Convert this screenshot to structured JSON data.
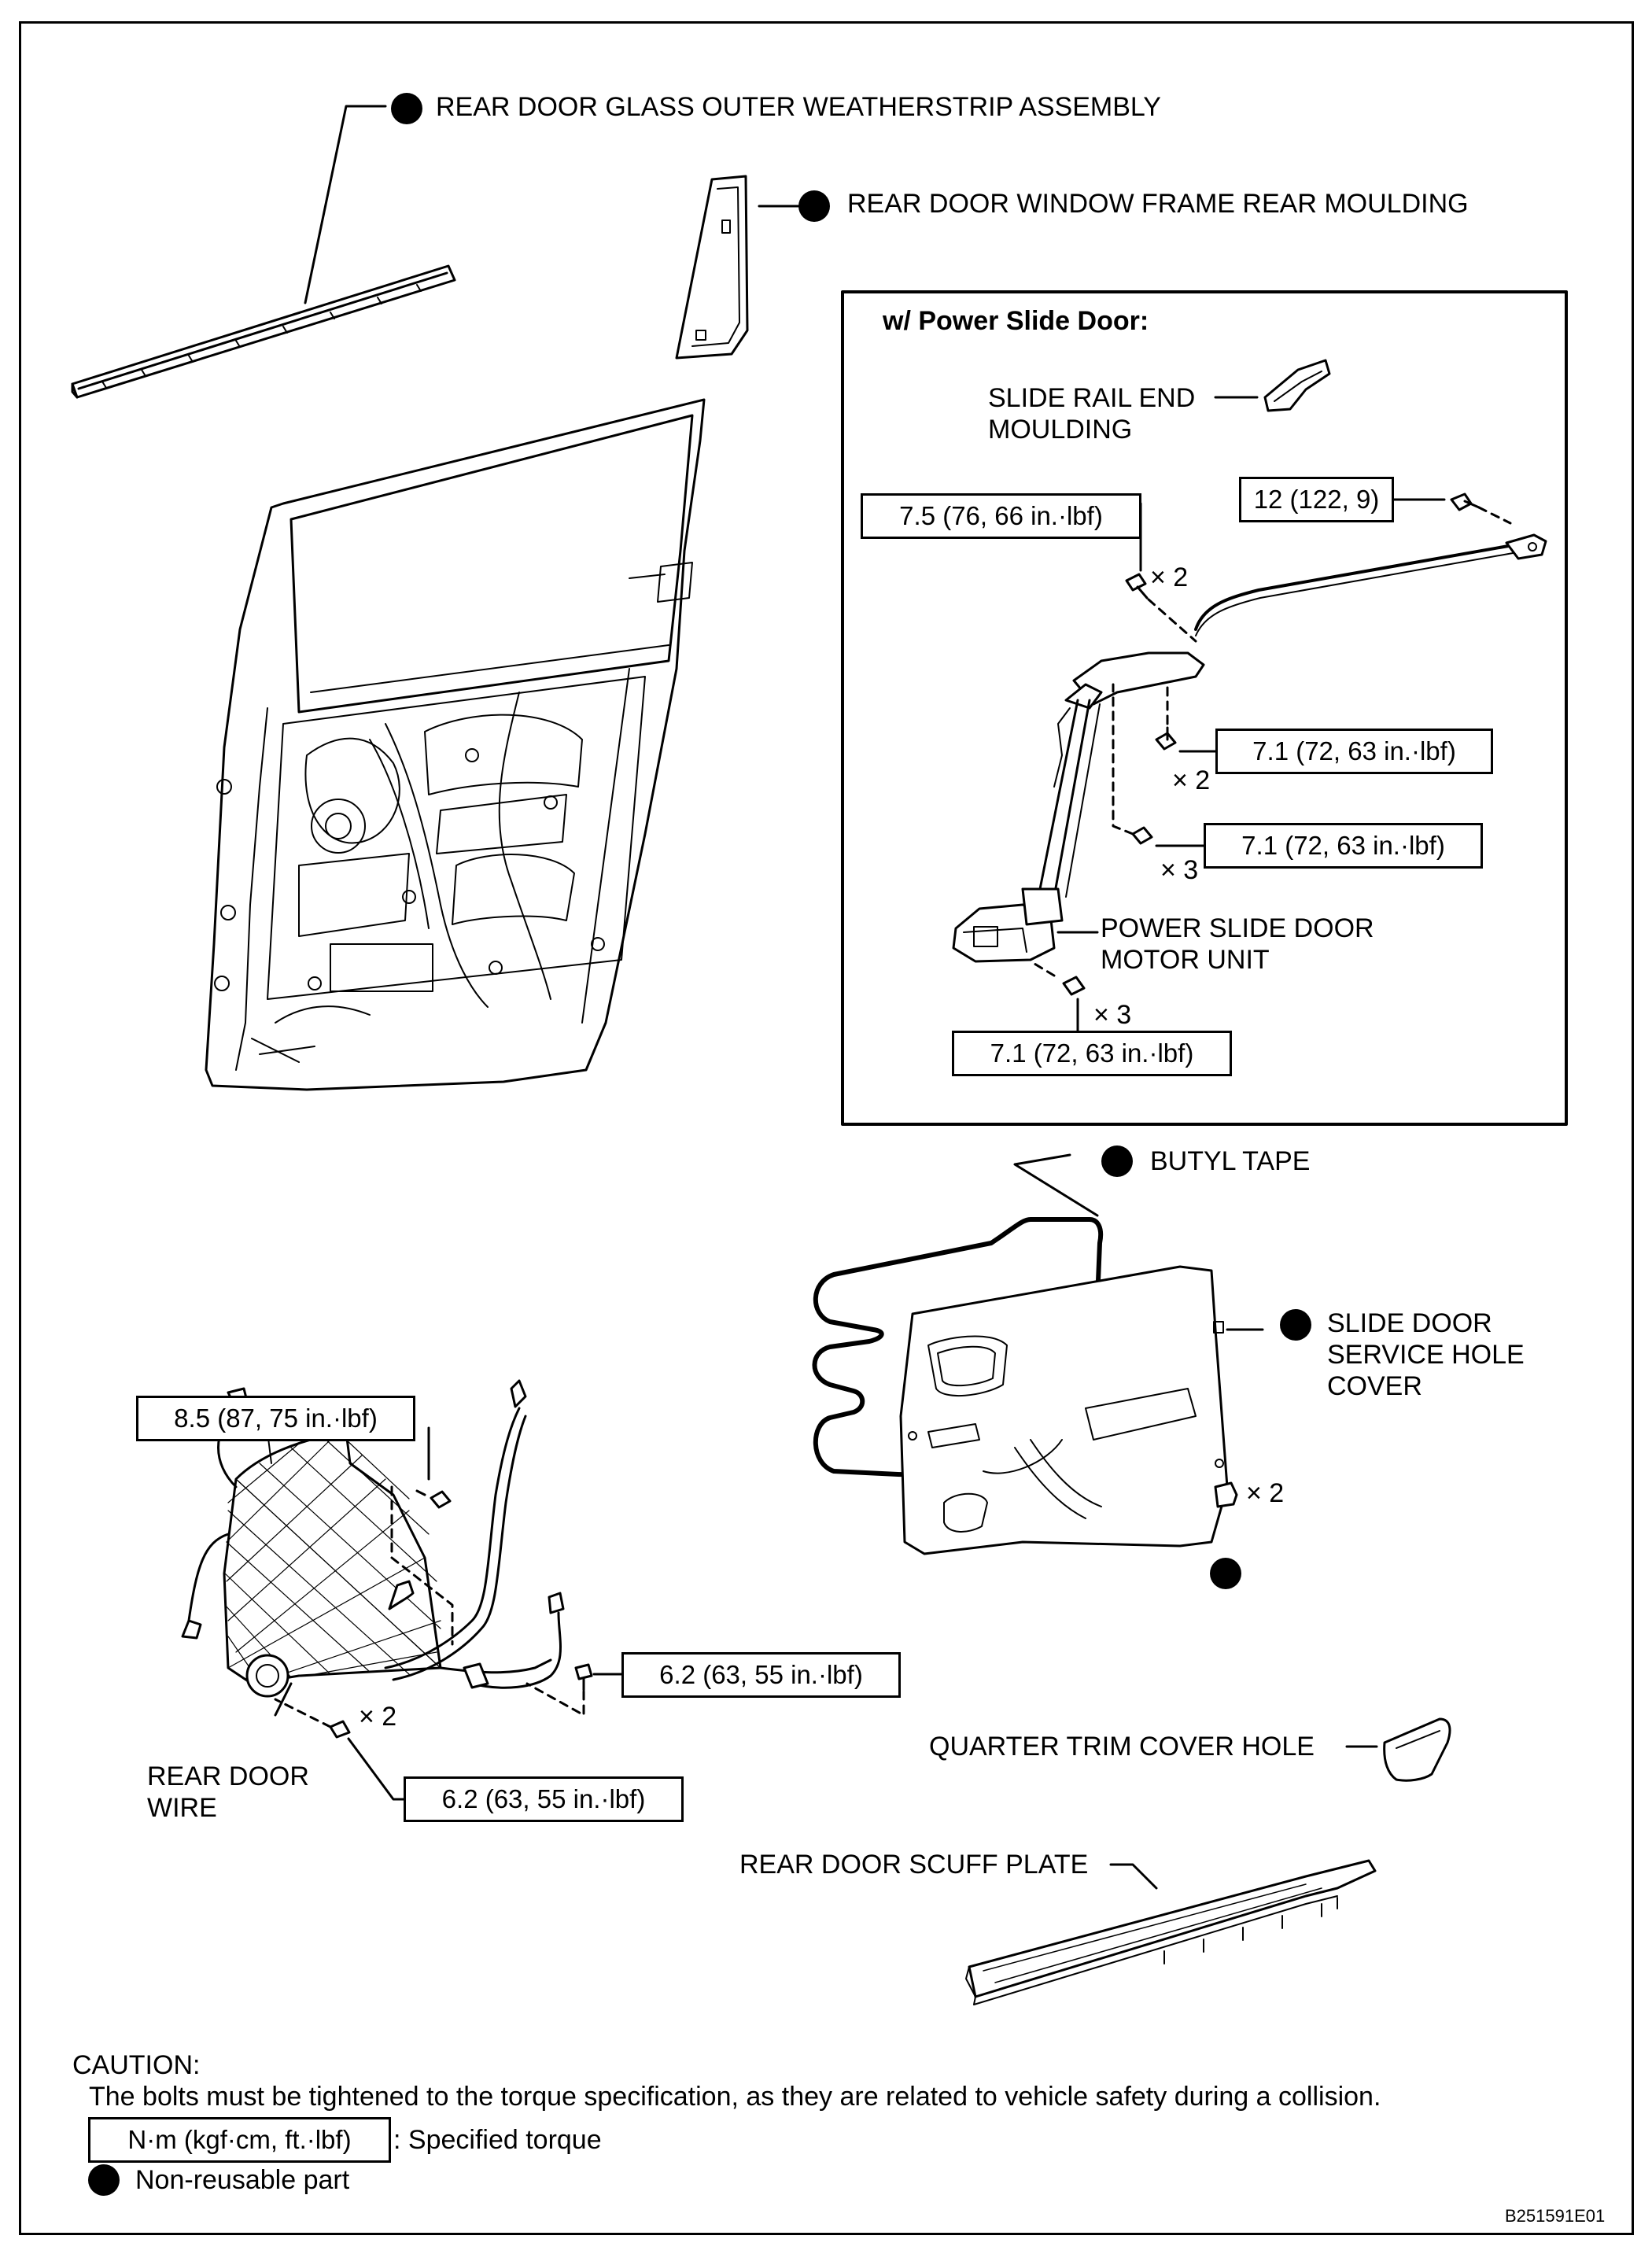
{
  "labels": {
    "weatherstrip": "REAR DOOR GLASS OUTER WEATHERSTRIP ASSEMBLY",
    "rear_moulding": "REAR DOOR WINDOW FRAME REAR MOULDING",
    "power_slide_header": "w/ Power Slide Door:",
    "slide_rail_end": "SLIDE RAIL END\nMOULDING",
    "motor_unit": "POWER SLIDE DOOR\nMOTOR UNIT",
    "butyl_tape": "BUTYL TAPE",
    "service_hole_cover": "SLIDE DOOR\nSERVICE HOLE\nCOVER",
    "rear_door_wire": "REAR DOOR\nWIRE",
    "quarter_trim": "QUARTER TRIM COVER HOLE",
    "scuff_plate": "REAR DOOR SCUFF PLATE"
  },
  "torques": {
    "t_12": "12 (122, 9)",
    "t_7_5": "7.5 (76, 66 in.·lbf)",
    "t_7_1_a": "7.1 (72, 63 in.·lbf)",
    "t_7_1_b": "7.1 (72, 63 in.·lbf)",
    "t_7_1_c": "7.1 (72, 63 in.·lbf)",
    "t_8_5": "8.5 (87, 75 in.·lbf)",
    "t_6_2_a": "6.2 (63, 55 in.·lbf)",
    "t_6_2_b": "6.2 (63, 55 in.·lbf)"
  },
  "quantities": {
    "q_7_5": "× 2",
    "q_7_1_a": "× 2",
    "q_7_1_b": "× 3",
    "q_7_1_c": "× 3",
    "q_clip": "× 2",
    "q_6_2": "× 2"
  },
  "caution": {
    "title": "CAUTION:",
    "text": "The bolts must be tightened to the torque specification, as they are related to vehicle safety during a collision."
  },
  "legend": {
    "torque_unit": "N·m (kgf·cm, ft.·lbf)",
    "torque_desc": ": Specified torque",
    "nonreusable_desc": "Non-reusable part"
  },
  "figure_id": "B251591E01"
}
